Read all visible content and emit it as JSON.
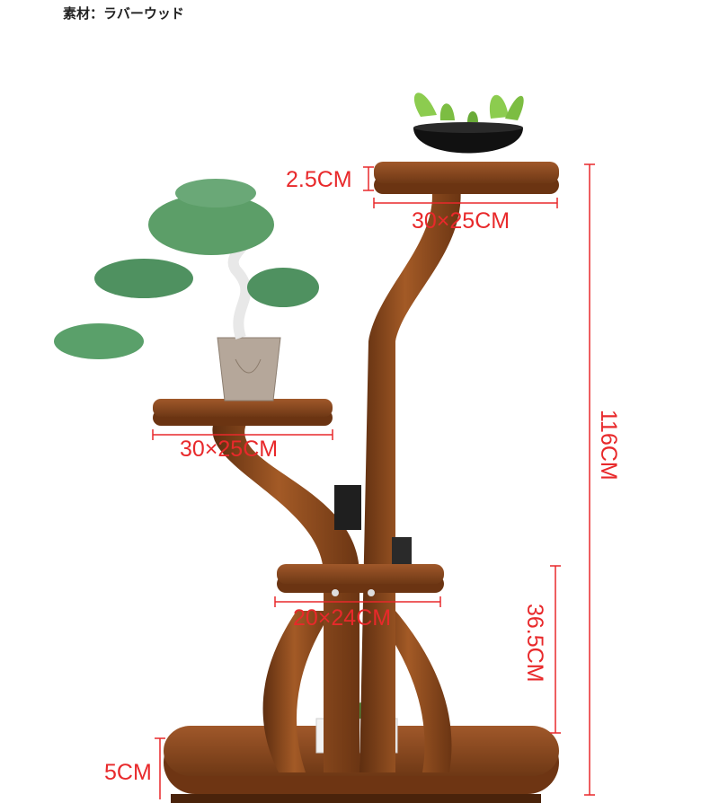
{
  "header": {
    "material": "素材：ラバーウッド"
  },
  "dimensions": {
    "top_thickness": "2.5CM",
    "top_shelf": "30×25CM",
    "mid_shelf": "30×25CM",
    "low_shelf": "20×24CM",
    "total_height": "116CM",
    "low_height": "36.5CM",
    "base_thickness": "5CM"
  },
  "colors": {
    "wood": "#8a4a1e",
    "wood_dark": "#5a2c0e",
    "dimension": "#e8292b"
  }
}
